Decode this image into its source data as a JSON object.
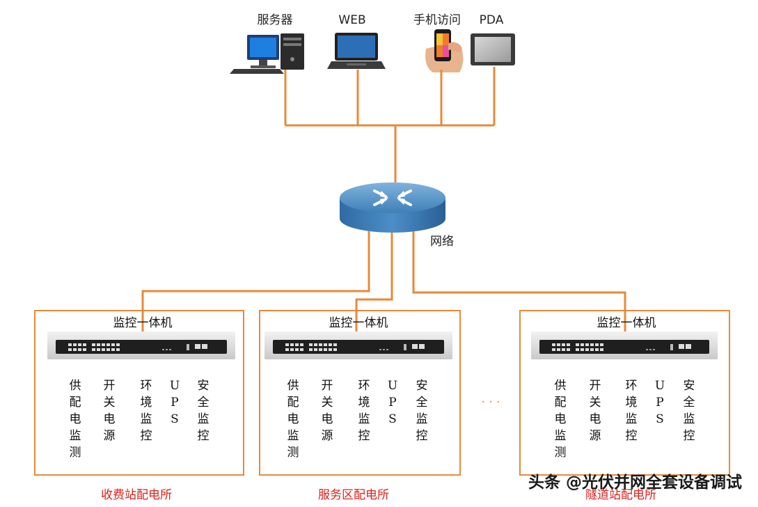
{
  "top_devices": [
    {
      "label": "服务器",
      "icon": "desktop-computer-icon"
    },
    {
      "label": "WEB",
      "icon": "laptop-icon"
    },
    {
      "label": "手机访问",
      "icon": "smartphone-in-hand-icon"
    },
    {
      "label": "PDA",
      "icon": "pda-tablet-icon"
    }
  ],
  "network": {
    "label": "网络",
    "icon": "router-icon"
  },
  "stations": [
    {
      "device_label": "监控一体机",
      "name": "收费站配电所",
      "columns": [
        {
          "chars": [
            "供",
            "配",
            "电",
            "监",
            "测"
          ]
        },
        {
          "chars": [
            "开",
            "关",
            "电",
            "源"
          ]
        },
        {
          "chars": [
            "环",
            "境",
            "监",
            "控"
          ]
        },
        {
          "chars": [
            "U",
            "P",
            "S"
          ]
        },
        {
          "chars": [
            "安",
            "全",
            "监",
            "控"
          ]
        }
      ]
    },
    {
      "device_label": "监控一体机",
      "name": "服务区配电所",
      "columns": [
        {
          "chars": [
            "供",
            "配",
            "电",
            "监",
            "测"
          ]
        },
        {
          "chars": [
            "开",
            "关",
            "电",
            "源"
          ]
        },
        {
          "chars": [
            "环",
            "境",
            "监",
            "控"
          ]
        },
        {
          "chars": [
            "U",
            "P",
            "S"
          ]
        },
        {
          "chars": [
            "安",
            "全",
            "监",
            "控"
          ]
        }
      ]
    },
    {
      "device_label": "监控一体机",
      "name": "隧道站配电所",
      "columns": [
        {
          "chars": [
            "供",
            "配",
            "电",
            "监",
            "测"
          ]
        },
        {
          "chars": [
            "开",
            "关",
            "电",
            "源"
          ]
        },
        {
          "chars": [
            "环",
            "境",
            "监",
            "控"
          ]
        },
        {
          "chars": [
            "U",
            "P",
            "S"
          ]
        },
        {
          "chars": [
            "安",
            "全",
            "监",
            "控"
          ]
        }
      ]
    }
  ],
  "ellipsis": "· · ·",
  "watermark": "头条 @光伏并网全套设备调试",
  "colors": {
    "wire": "#e8893a",
    "station_name": "#e0201a"
  }
}
